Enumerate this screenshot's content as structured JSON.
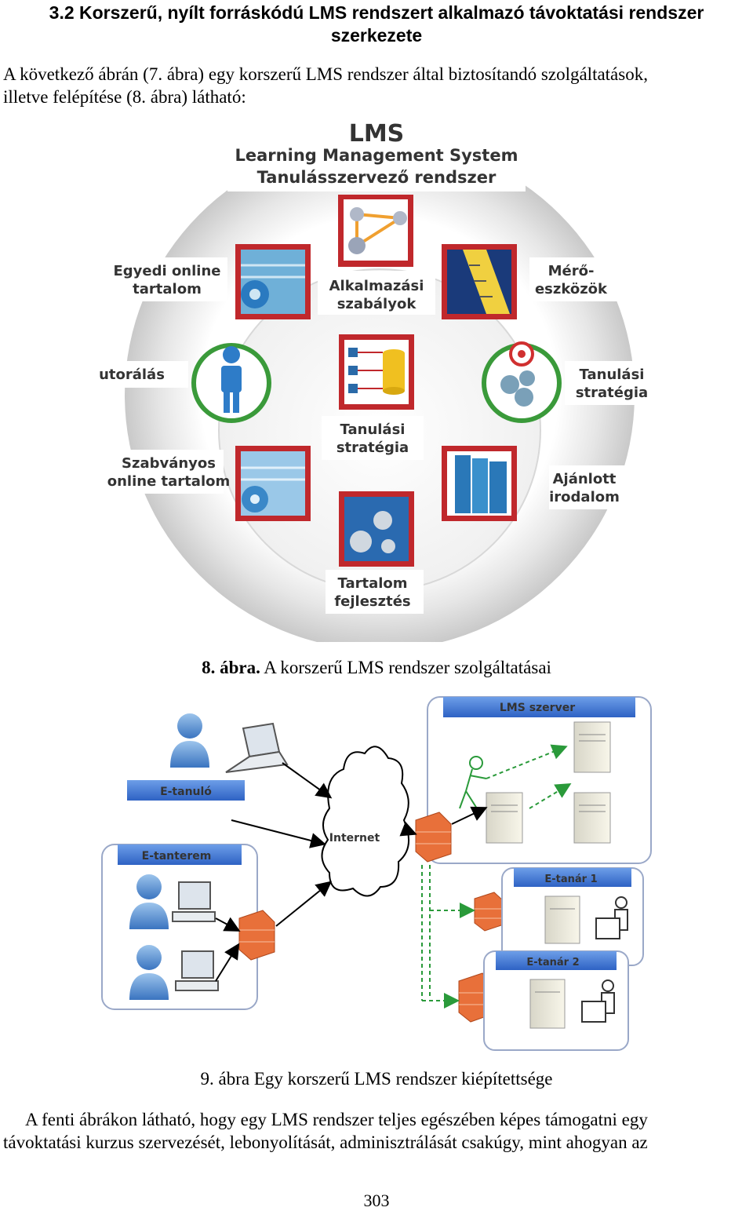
{
  "section": {
    "heading_line1": "3.2 Korszerű, nyílt forráskódú LMS rendszert alkalmazó távoktatási rendszer",
    "heading_line2": "szerkezete"
  },
  "intro": {
    "line1": "A következő ábrán (7. ábra) egy korszerű LMS rendszer által biztosítandó szolgáltatások,",
    "line2": "illetve felépítése (8. ábra) látható:"
  },
  "figure8": {
    "title_big": "LMS",
    "title_en": "Learning Management System",
    "title_hu": "Tanulásszervező rendszer",
    "items": {
      "alk1": "Alkalmazási",
      "alk2": "szabályok",
      "egy1": "Egyedi online",
      "egy2": "tartalom",
      "mero1": "Mérő-",
      "mero2": "eszközök",
      "tut": "utorálás",
      "tanr1": "Tanulási",
      "tanr2": "stratégia",
      "tanc1": "Tanulási",
      "tanc2": "stratégia",
      "szab1": "Szabványos",
      "szab2": "online tartalom",
      "ajan1": "Ajánlott",
      "ajan2": "irodalom",
      "tart1": "Tartalom",
      "tart2": "fejlesztés"
    },
    "caption_bold": "8. ábra.",
    "caption_rest": " A korszerű LMS rendszer szolgáltatásai"
  },
  "figure9": {
    "lms_server": "LMS szerver",
    "e_tanulo": "E-tanuló",
    "e_tanterem": "E-tanterem",
    "internet": "Internet",
    "e_tanar1": "E-tanár 1",
    "e_tanar2": "E-tanár 2",
    "caption": "9. ábra Egy korszerű LMS rendszer kiépítettsége"
  },
  "closing": {
    "line1": "A fenti ábrákon látható, hogy egy LMS rendszer teljes egészében képes támogatni egy",
    "line2": "távoktatási kurzus szervezését, lebonyolítását, adminisztrálását csakúgy, mint ahogyan az"
  },
  "page_number": "303",
  "colors": {
    "frame_red": "#c0282c",
    "header_blue": "#3f78d4",
    "green_dash": "#2a9a3a",
    "firewall": "#e8703a"
  }
}
